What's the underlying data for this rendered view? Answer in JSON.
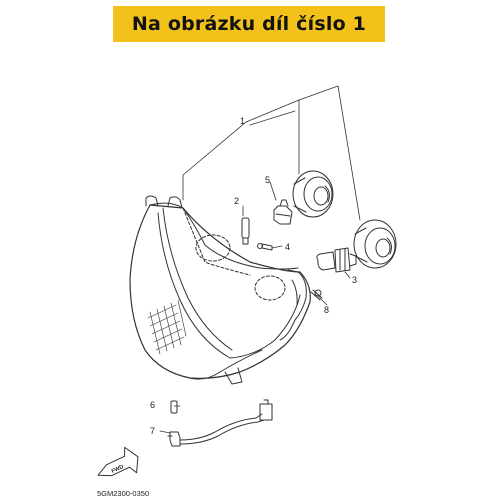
{
  "banner": {
    "text": "Na obrázku díl číslo 1"
  },
  "callouts": [
    {
      "id": "1",
      "label": "1"
    },
    {
      "id": "2",
      "label": "2"
    },
    {
      "id": "3",
      "label": "3"
    },
    {
      "id": "4",
      "label": "4"
    },
    {
      "id": "5",
      "label": "5"
    },
    {
      "id": "6",
      "label": "6"
    },
    {
      "id": "7",
      "label": "7"
    },
    {
      "id": "8",
      "label": "8"
    }
  ],
  "fwd_marker": {
    "text": "FWD",
    "icon": "forward-arrow-icon"
  },
  "diagram_code": "5GM2300-0350",
  "colors": {
    "banner_bg": "#f2c21a",
    "line": "#333333"
  }
}
